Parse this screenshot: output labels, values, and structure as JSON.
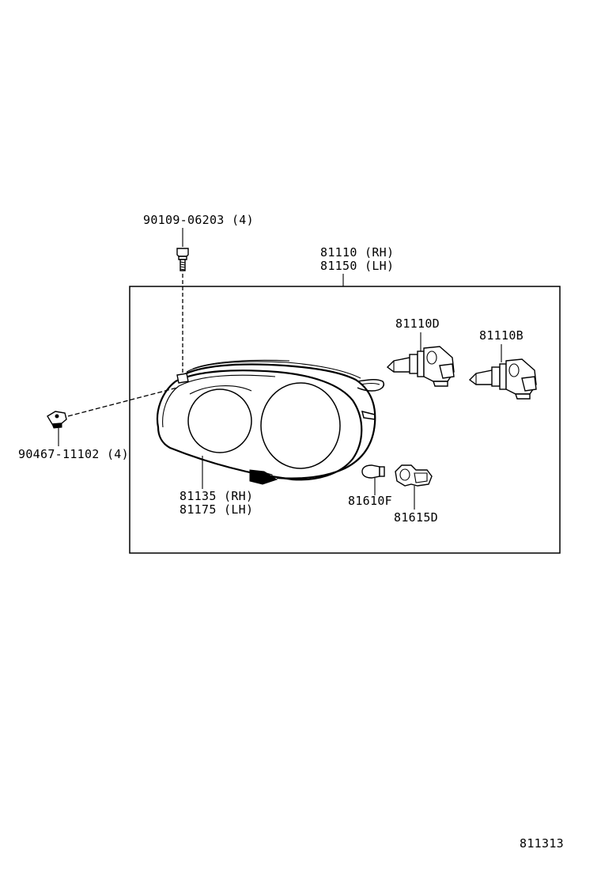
{
  "diagram": {
    "labels": {
      "bolt": "90109-06203 (4)",
      "headlamp_unit_rh": "81110 (RH)",
      "headlamp_unit_lh": "81150 (LH)",
      "bulb_d": "81110D",
      "bulb_b": "81110B",
      "nut": "90467-11102 (4)",
      "lens_rh": "81135 (RH)",
      "lens_lh": "81175 (LH)",
      "small_bulb": "81610F",
      "socket": "81615D",
      "figure_number": "811313"
    },
    "line_color": "#000000",
    "background_color": "#ffffff"
  }
}
